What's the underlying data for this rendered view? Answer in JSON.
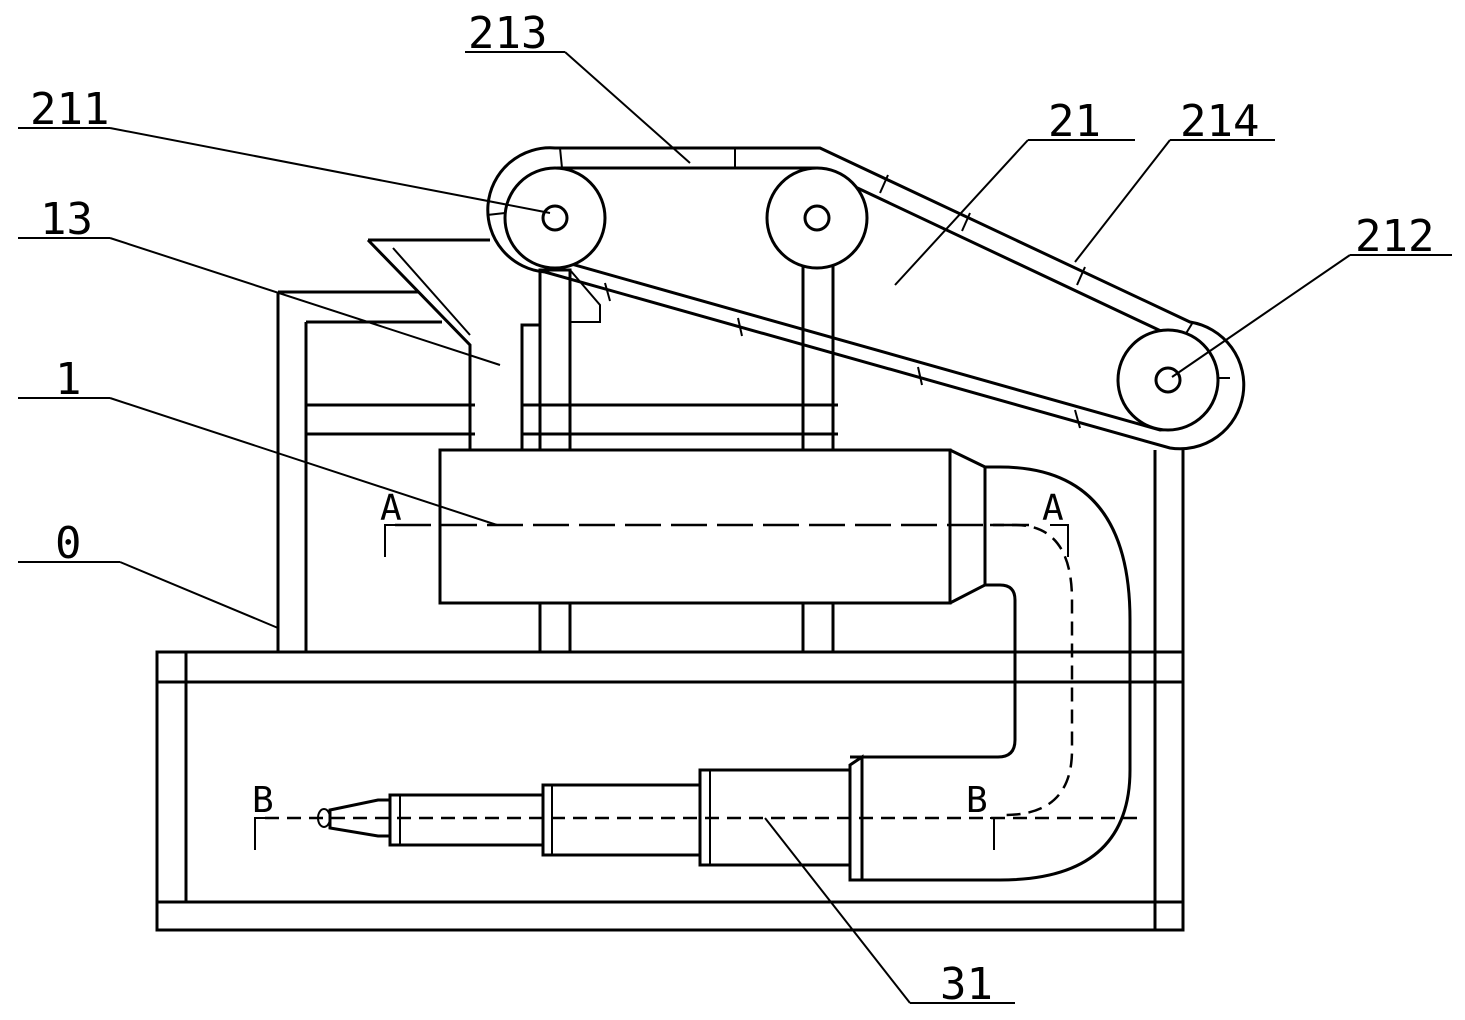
{
  "labels": {
    "l213": "213",
    "l211": "211",
    "l21": "21",
    "l214": "214",
    "l13": "13",
    "l212": "212",
    "l1": "1",
    "l0": "0",
    "l31": "31"
  },
  "sections": {
    "a_left": "A",
    "a_right": "A",
    "b_left": "B",
    "b_right": "B"
  }
}
